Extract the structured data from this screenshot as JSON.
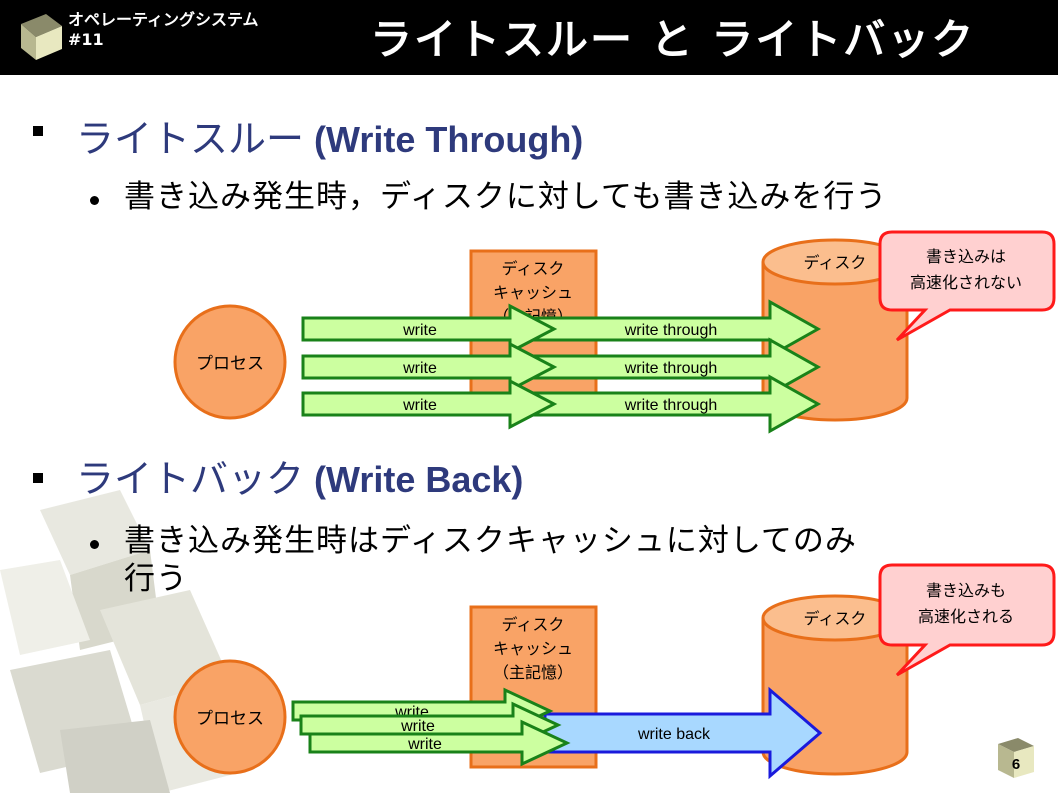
{
  "header": {
    "course": "オペレーティングシステム",
    "lecture": "#11",
    "title": "ライトスルー と ライトバック"
  },
  "sections": [
    {
      "heading_ja": "ライトスルー",
      "heading_en": " (Write Through)",
      "line1": "書き込み発生時，ディスクに対しても書き込みを行う",
      "line2": "",
      "diagram": {
        "process_label": "プロセス",
        "cache_lines": [
          "ディスク",
          "キャッシュ",
          "（主記憶）"
        ],
        "disk_label": "ディスク",
        "callout_lines": [
          "書き込みは",
          "高速化されない"
        ],
        "write_label": "write",
        "through_label": "write through"
      }
    },
    {
      "heading_ja": "ライトバック",
      "heading_en": " (Write Back)",
      "line1": "書き込み発生時はディスクキャッシュに対してのみ",
      "line2": "行う",
      "diagram": {
        "process_label": "プロセス",
        "cache_lines": [
          "ディスク",
          "キャッシュ",
          "（主記憶）"
        ],
        "disk_label": "ディスク",
        "callout_lines": [
          "書き込みも",
          "高速化される"
        ],
        "write_label": "write",
        "back_label": "write back"
      }
    }
  ],
  "page_number": "6",
  "colors": {
    "orange_fill": "#f9a366",
    "orange_stroke": "#e86f1a",
    "green_fill": "#ccffa0",
    "green_stroke": "#198219",
    "blue_fill": "#a8d8ff",
    "blue_stroke": "#1a1adc",
    "callout_fill": "#ffd0d0",
    "callout_stroke": "#ff1a1a",
    "heading": "#2e3a7c"
  }
}
